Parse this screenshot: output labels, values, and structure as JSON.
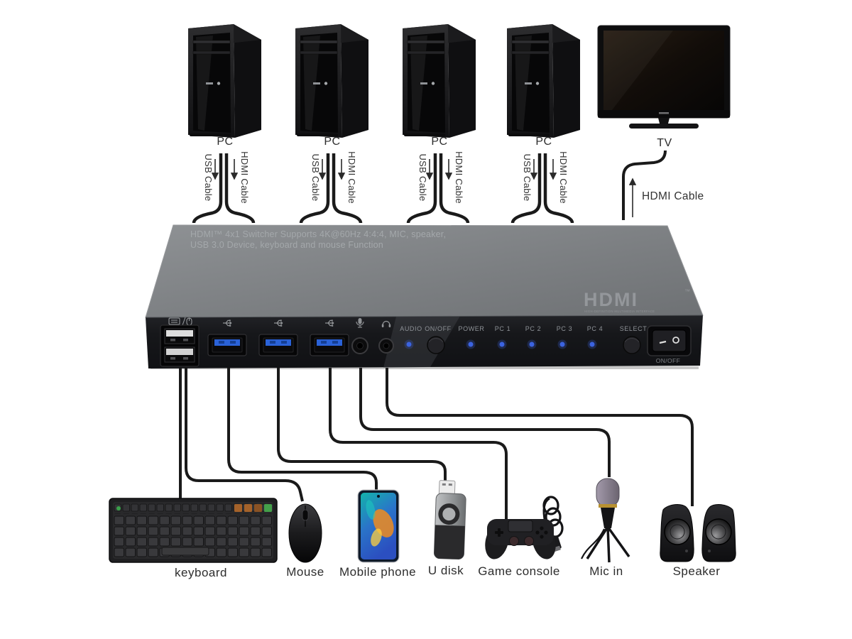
{
  "pcs": [
    {
      "label": "PC",
      "usb_cable": "USB Cable",
      "hdmi_cable": "HDMI Cable"
    },
    {
      "label": "PC",
      "usb_cable": "USB Cable",
      "hdmi_cable": "HDMI Cable"
    },
    {
      "label": "PC",
      "usb_cable": "USB Cable",
      "hdmi_cable": "HDMI Cable"
    },
    {
      "label": "PC",
      "usb_cable": "USB Cable",
      "hdmi_cable": "HDMI Cable"
    }
  ],
  "tv": {
    "label": "TV",
    "hdmi_cable": "HDMI Cable"
  },
  "device": {
    "top_text_line1": "HDMI™ 4x1 Switcher Supports 4K@60Hz 4:4:4, MIC, speaker,",
    "top_text_line2": "USB 3.0 Device, keyboard and mouse Function",
    "hdmi_logo": {
      "text": "HDMI",
      "tm": "™",
      "subtitle": "HIGH-DEFINITION MULTIMEDIA INTERFACE"
    },
    "panel": {
      "audio_label": "AUDIO",
      "audio_button_label": "ON/OFF",
      "power_label": "POWER",
      "pc_labels": [
        "PC 1",
        "PC 2",
        "PC 3",
        "PC 4"
      ],
      "select_label": "SELECT",
      "power_switch_label": "ON/OFF"
    }
  },
  "peripherals": {
    "keyboard": "keyboard",
    "mouse": "Mouse",
    "mobile_phone": "Mobile phone",
    "u_disk": "U disk",
    "game_console": "Game console",
    "mic_in": "Mic in",
    "speaker": "Speaker"
  },
  "colors": {
    "led_blue": "#3b63e0",
    "usb3_blue": "#2a62d8",
    "cable_black": "#1a1a1a",
    "device_top_gray": "#7e8184",
    "device_front_black": "#17181b"
  }
}
